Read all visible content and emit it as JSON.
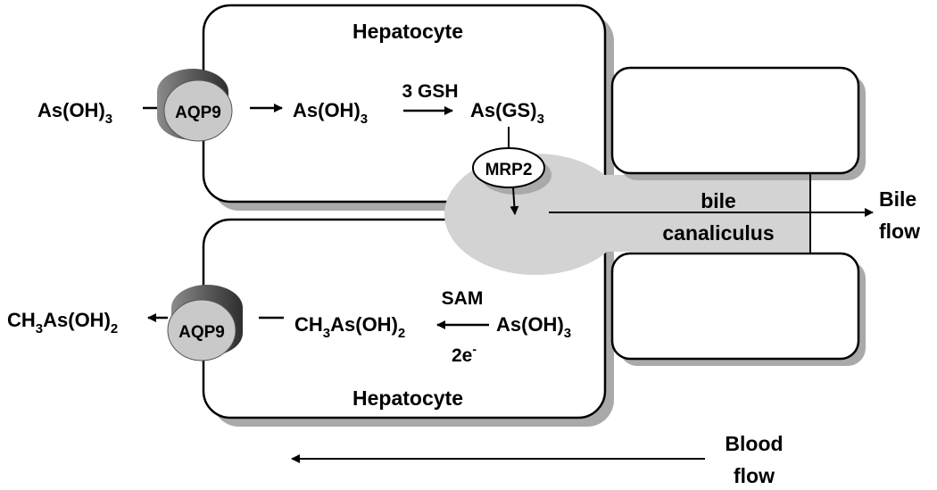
{
  "top_cell": {
    "title": "Hepatocyte"
  },
  "bottom_cell": {
    "title": "Hepatocyte"
  },
  "top_pathway": {
    "extracellular": {
      "main": "As(OH)",
      "sub": "3"
    },
    "channel": "AQP9",
    "intracellular": {
      "main": "As(OH)",
      "sub": "3"
    },
    "reaction_label": "3 GSH",
    "product": {
      "main": "As(GS)",
      "sub": "3"
    },
    "exporter": "MRP2"
  },
  "bottom_pathway": {
    "substrate": {
      "main": "As(OH)",
      "sub": "3"
    },
    "cofactor_top": "SAM",
    "cofactor_bottom": {
      "main": "2e",
      "sup": "-"
    },
    "product": {
      "pre": "CH",
      "sub1": "3",
      "main": "As(OH)",
      "sub2": "2"
    },
    "channel": "AQP9",
    "extracellular": {
      "pre": "CH",
      "sub1": "3",
      "main": "As(OH)",
      "sub2": "2"
    }
  },
  "canaliculus": {
    "line1": "bile",
    "line2": "canaliculus"
  },
  "bile_flow": {
    "line1": "Bile",
    "line2": "flow"
  },
  "blood_flow": {
    "line1": "Blood",
    "line2": "flow"
  },
  "colors": {
    "canaliculus_fill": "#d3d3d3",
    "shadow": "#a9a9a9",
    "cell_stroke": "#000000"
  }
}
